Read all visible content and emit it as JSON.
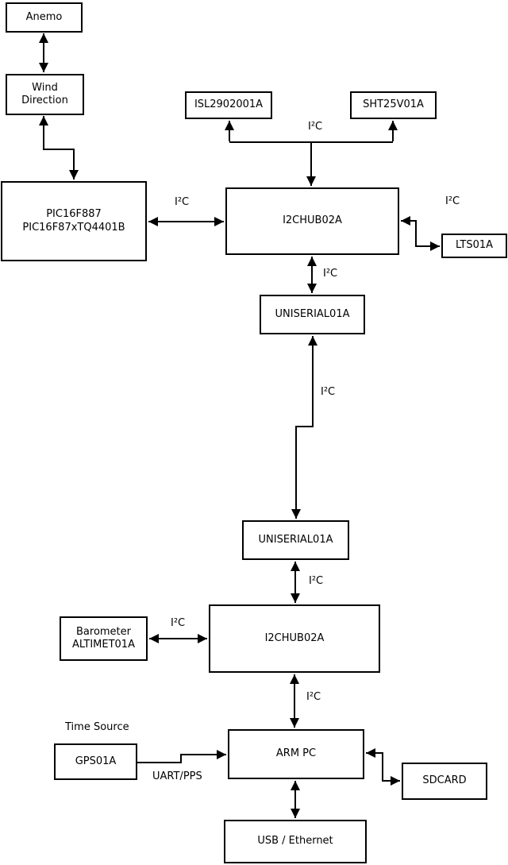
{
  "nodes": {
    "anemo": {
      "label": "Anemo"
    },
    "wind_direction": {
      "line1": "Wind",
      "line2": "Direction"
    },
    "pic": {
      "line1": "PIC16F887",
      "line2": "PIC16F87xTQ4401B"
    },
    "isl": {
      "label": "ISL2902001A"
    },
    "sht": {
      "label": "SHT25V01A"
    },
    "hub1": {
      "label": "I2CHUB02A"
    },
    "lts": {
      "label": "LTS01A"
    },
    "uniserial1": {
      "label": "UNISERIAL01A"
    },
    "uniserial2": {
      "label": "UNISERIAL01A"
    },
    "hub2": {
      "label": "I2CHUB02A"
    },
    "barometer": {
      "line1": "Barometer",
      "line2": "ALTIMET01A"
    },
    "gps": {
      "label": "GPS01A"
    },
    "armpc": {
      "label": "ARM PC"
    },
    "sdcard": {
      "label": "SDCARD"
    },
    "usb": {
      "label": "USB / Ethernet"
    }
  },
  "labels": {
    "i2c_sensors_bus": "I²C",
    "i2c_pic_hub1": "I²C",
    "i2c_hub1_lts": "I²C",
    "i2c_hub1_uni1": "I²C",
    "i2c_uni1_uni2": "I²C",
    "i2c_uni2_hub2": "I²C",
    "i2c_barometer": "I²C",
    "i2c_hub2_armpc": "I²C",
    "time_source": "Time Source",
    "uart_pps": "UART/PPS"
  },
  "colors": {
    "line": "#000000",
    "box_border": "#000000",
    "background": "#ffffff",
    "text": "#000000"
  }
}
